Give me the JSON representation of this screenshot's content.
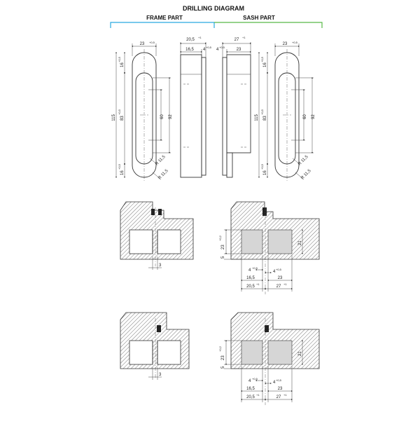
{
  "title": "DRILLING DIAGRAM",
  "frame_label": "FRAME PART",
  "sash_label": "SASH PART",
  "colors": {
    "frame_bracket": "#29a9e0",
    "sash_bracket": "#58b947"
  },
  "top_views": {
    "width_23": "23",
    "width_23_tol": "+0,5",
    "height_115": "115",
    "top_16": "16",
    "top_16_tol": "+0,5",
    "mid_83": "83",
    "mid_83_tol": "+0,5",
    "bottom_16": "16",
    "bottom_16_tol": "+0,5",
    "inner_60": "60",
    "inner_92": "92",
    "radius_inner": "R 11,5",
    "radius_outer": "R 11,5"
  },
  "side_views": {
    "frame_total": "20,5",
    "frame_total_tol": "+1",
    "frame_part": "16,5",
    "frame_flange": "4",
    "frame_flange_tol": "+0,5",
    "sash_total": "27",
    "sash_total_tol": "+1",
    "sash_flange": "4",
    "sash_flange_tol": "+0,5",
    "sash_part": "23"
  },
  "sections": {
    "gap": "3",
    "depth_23": "23",
    "depth_23_tol": "+0,2",
    "offset_5": "5",
    "right_21": "21",
    "dim_4a": "4",
    "dim_4a_tol": "+0,5",
    "dim_4b": "4",
    "dim_4b_tol": "+0,5",
    "dim_16_5": "16,5",
    "dim_23": "23",
    "dim_20_5": "20,5",
    "dim_20_5_tol": "+1",
    "dim_27": "27",
    "dim_27_tol": "+1"
  }
}
